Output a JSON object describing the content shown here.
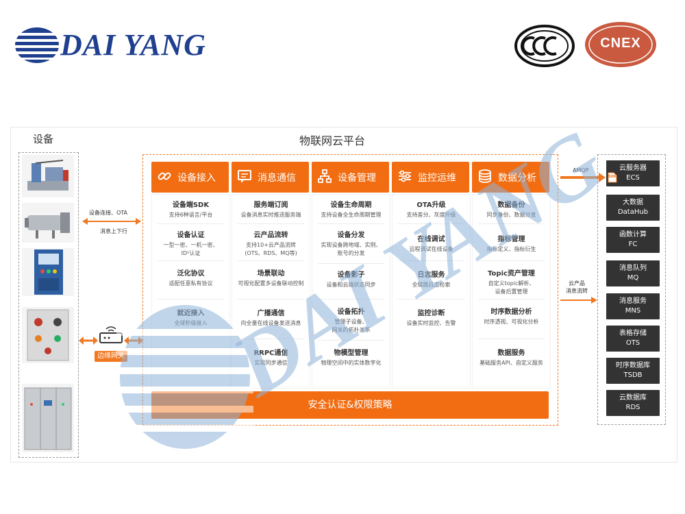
{
  "brand": {
    "name": "DAI YANG",
    "logo_icon": "globe-stripes-icon",
    "color": "#1f3f8f"
  },
  "certs": {
    "ccc": "CCC",
    "cnex": "CNEX"
  },
  "diagram": {
    "devices_title": "设备",
    "platform_title": "物联网云平台",
    "left_arrow": {
      "line1": "设备连接、OTA",
      "line2": "消息上下行"
    },
    "gateway_label": "边缘网关",
    "columns": [
      {
        "title": "设备接入",
        "icon": "link-icon",
        "items": [
          {
            "name": "设备端SDK",
            "desc": [
              "支持6种语言/平台"
            ]
          },
          {
            "name": "设备认证",
            "desc": [
              "一型一密、一机一密、",
              "ID²认证"
            ]
          },
          {
            "name": "泛化协议",
            "desc": [
              "适配任意私有协议"
            ]
          },
          {
            "name": "就近接入",
            "desc": [
              "全球秒级接入"
            ]
          }
        ]
      },
      {
        "title": "消息通信",
        "icon": "message-icon",
        "items": [
          {
            "name": "服务端订阅",
            "desc": [
              "设备消息实时推送服务端"
            ]
          },
          {
            "name": "云产品流转",
            "desc": [
              "支持10+云产品流转",
              "(OTS、RDS、MQ等)"
            ]
          },
          {
            "name": "场景联动",
            "desc": [
              "可视化配置多设备联动控制"
            ]
          },
          {
            "name": "广播通信",
            "desc": [
              "向全量在线设备发送消息"
            ]
          },
          {
            "name": "RRPC通信",
            "desc": [
              "实现同步通信"
            ]
          }
        ]
      },
      {
        "title": "设备管理",
        "icon": "hierarchy-icon",
        "items": [
          {
            "name": "设备生命周期",
            "desc": [
              "支持设备全生命周期管理"
            ]
          },
          {
            "name": "设备分发",
            "desc": [
              "实现设备跨地域、实例、",
              "账号的分发"
            ]
          },
          {
            "name": "设备影子",
            "desc": [
              "设备和云端状态同步"
            ]
          },
          {
            "name": "设备拓扑",
            "desc": [
              "管理子设备、",
              "网关的拓扑关系"
            ]
          },
          {
            "name": "物模型管理",
            "desc": [
              "物理空间中的实体数字化"
            ]
          }
        ]
      },
      {
        "title": "监控运维",
        "icon": "sliders-icon",
        "items": [
          {
            "name": "OTA升级",
            "desc": [
              "支持差分、灰度升级"
            ]
          },
          {
            "name": "在线调试",
            "desc": [
              "远程调试在线设备"
            ]
          },
          {
            "name": "日志服务",
            "desc": [
              "全链路日志检索"
            ]
          },
          {
            "name": "监控诊断",
            "desc": [
              "设备实时监控、告警"
            ]
          }
        ]
      },
      {
        "title": "数据分析",
        "icon": "database-icon",
        "items": [
          {
            "name": "数据备份",
            "desc": [
              "同步备份、数据分发"
            ]
          },
          {
            "name": "指标管理",
            "desc": [
              "指标定义、指标衍生"
            ]
          },
          {
            "name": "Topic资产管理",
            "desc": [
              "自定义topic解析、",
              "设备后置管理"
            ]
          },
          {
            "name": "时序数据分析",
            "desc": [
              "时序透视、可视化分析"
            ]
          },
          {
            "name": "数据服务",
            "desc": [
              "基础服务API、自定义服务"
            ]
          }
        ]
      }
    ],
    "security_bar": "安全认证&权限策略",
    "amqp_label": "AMQP",
    "sdk_tag": "SDK",
    "cloud_flow": {
      "line1": "云产品",
      "line2": "消息流转"
    },
    "services": [
      {
        "line1": "云服务器",
        "line2": "ECS"
      },
      {
        "line1": "大数据",
        "line2": "DataHub"
      },
      {
        "line1": "函数计算",
        "line2": "FC"
      },
      {
        "line1": "消息队列",
        "line2": "MQ"
      },
      {
        "line1": "消息服务",
        "line2": "MNS"
      },
      {
        "line1": "表格存储",
        "line2": "OTS"
      },
      {
        "line1": "时序数据库",
        "line2": "TSDB"
      },
      {
        "line1": "云数据库",
        "line2": "RDS"
      }
    ],
    "accent_color": "#f26d12"
  },
  "watermark": "DAI YANG"
}
